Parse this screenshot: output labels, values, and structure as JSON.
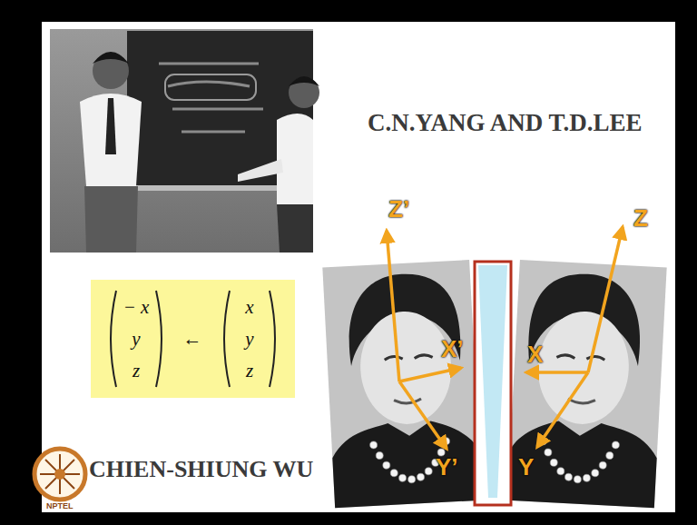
{
  "diagram": {
    "nodes": [
      {
        "text": [
          "− x",
          "y",
          "z",
          "←",
          "x",
          "y",
          "z"
        ]
      }
    ],
    "labels": [
      "C.N.YANG AND T.D.LEE",
      "CHIEN-SHIUNG WU",
      "Z’",
      "X’",
      "Y’",
      "Z",
      "X",
      "Y",
      "NPTEL"
    ]
  }
}
